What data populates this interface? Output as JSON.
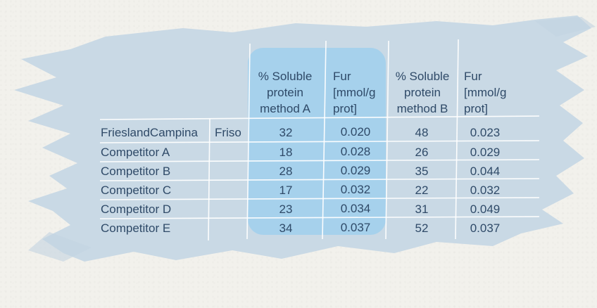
{
  "table": {
    "headers": {
      "soluble_a": [
        "% Soluble",
        "protein",
        "method A"
      ],
      "fur_a": [
        "Fur",
        "[mmol/g",
        "prot]"
      ],
      "soluble_b": [
        "% Soluble",
        "protein",
        "method B"
      ],
      "fur_b": [
        "Fur",
        "[mmol/g",
        "prot]"
      ]
    },
    "rows": [
      {
        "company": "FrieslandCampina",
        "brand": "Friso",
        "soluble_a": "32",
        "fur_a": "0.020",
        "soluble_b": "48",
        "fur_b": "0.023"
      },
      {
        "company": "Competitor A",
        "brand": "",
        "soluble_a": "18",
        "fur_a": "0.028",
        "soluble_b": "26",
        "fur_b": "0.029"
      },
      {
        "company": "Competitor B",
        "brand": "",
        "soluble_a": "28",
        "fur_a": "0.029",
        "soluble_b": "35",
        "fur_b": "0.044"
      },
      {
        "company": "Competitor C",
        "brand": "",
        "soluble_a": "17",
        "fur_a": "0.032",
        "soluble_b": "22",
        "fur_b": "0.032"
      },
      {
        "company": "Competitor D",
        "brand": "",
        "soluble_a": "23",
        "fur_a": "0.034",
        "soluble_b": "31",
        "fur_b": "0.049"
      },
      {
        "company": "Competitor E",
        "brand": "",
        "soluble_a": "34",
        "fur_a": "0.037",
        "soluble_b": "52",
        "fur_b": "0.037"
      }
    ]
  },
  "colors": {
    "brush_stroke": "#c9d9e5",
    "highlight": "#a6d1ec",
    "text": "#2f4a68",
    "grid_lines": "#ffffff"
  }
}
